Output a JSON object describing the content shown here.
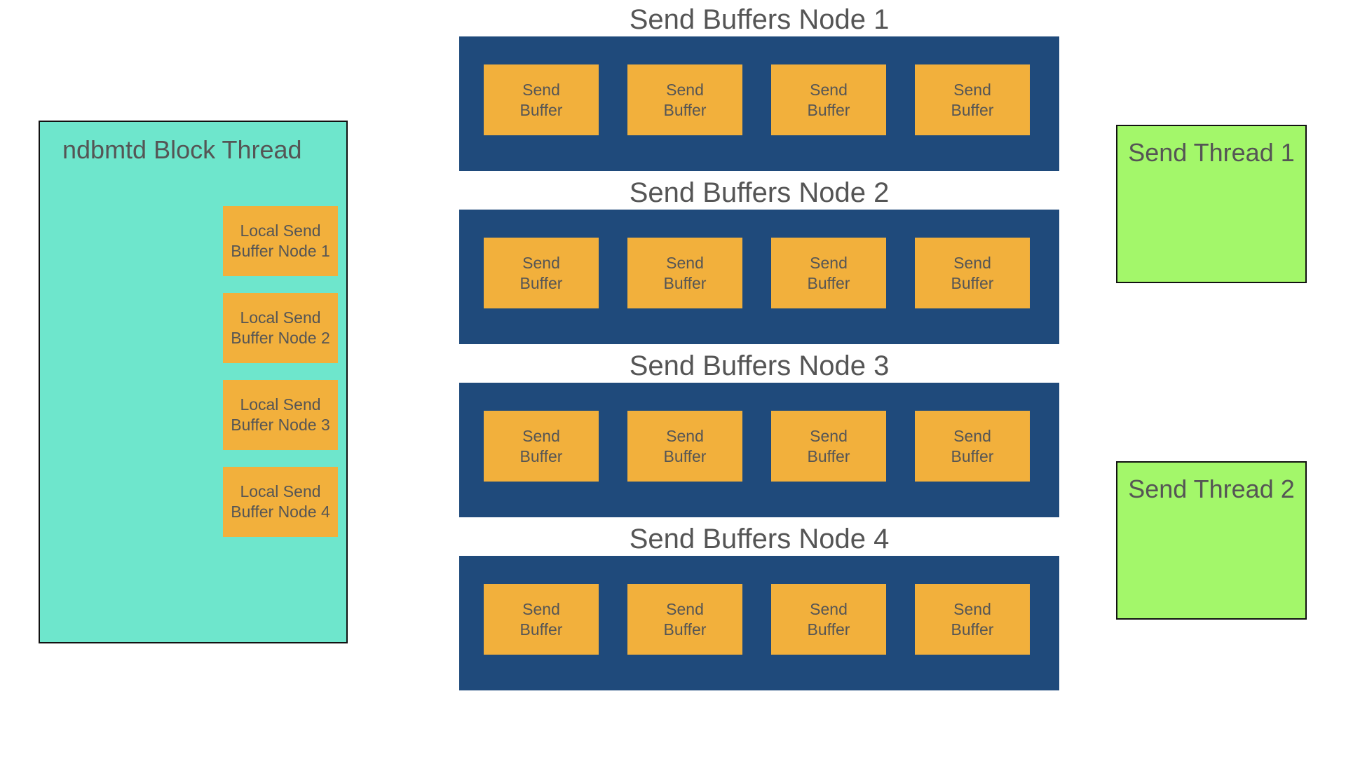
{
  "block_thread": {
    "title": "ndbmtd Block Thread",
    "local_buffers": [
      {
        "line1": "Local Send",
        "line2": "Buffer Node 1"
      },
      {
        "line1": "Local Send",
        "line2": "Buffer Node 2"
      },
      {
        "line1": "Local Send",
        "line2": "Buffer Node 3"
      },
      {
        "line1": "Local Send",
        "line2": "Buffer Node 4"
      }
    ]
  },
  "nodes": [
    {
      "title": "Send Buffers Node 1",
      "buffers": [
        {
          "line1": "Send",
          "line2": "Buffer"
        },
        {
          "line1": "Send",
          "line2": "Buffer"
        },
        {
          "line1": "Send",
          "line2": "Buffer"
        },
        {
          "line1": "Send",
          "line2": "Buffer"
        }
      ]
    },
    {
      "title": "Send Buffers Node 2",
      "buffers": [
        {
          "line1": "Send",
          "line2": "Buffer"
        },
        {
          "line1": "Send",
          "line2": "Buffer"
        },
        {
          "line1": "Send",
          "line2": "Buffer"
        },
        {
          "line1": "Send",
          "line2": "Buffer"
        }
      ]
    },
    {
      "title": "Send Buffers Node 3",
      "buffers": [
        {
          "line1": "Send",
          "line2": "Buffer"
        },
        {
          "line1": "Send",
          "line2": "Buffer"
        },
        {
          "line1": "Send",
          "line2": "Buffer"
        },
        {
          "line1": "Send",
          "line2": "Buffer"
        }
      ]
    },
    {
      "title": "Send Buffers Node 4",
      "buffers": [
        {
          "line1": "Send",
          "line2": "Buffer"
        },
        {
          "line1": "Send",
          "line2": "Buffer"
        },
        {
          "line1": "Send",
          "line2": "Buffer"
        },
        {
          "line1": "Send",
          "line2": "Buffer"
        }
      ]
    }
  ],
  "send_threads": [
    {
      "label": "Send Thread 1"
    },
    {
      "label": "Send Thread 2"
    }
  ],
  "colors": {
    "block_thread_fill": "#6ee6cc",
    "buffer_fill": "#f2b03c",
    "node_panel_fill": "#1f4a7b",
    "send_thread_fill": "#a3f76a",
    "text": "#555555"
  }
}
